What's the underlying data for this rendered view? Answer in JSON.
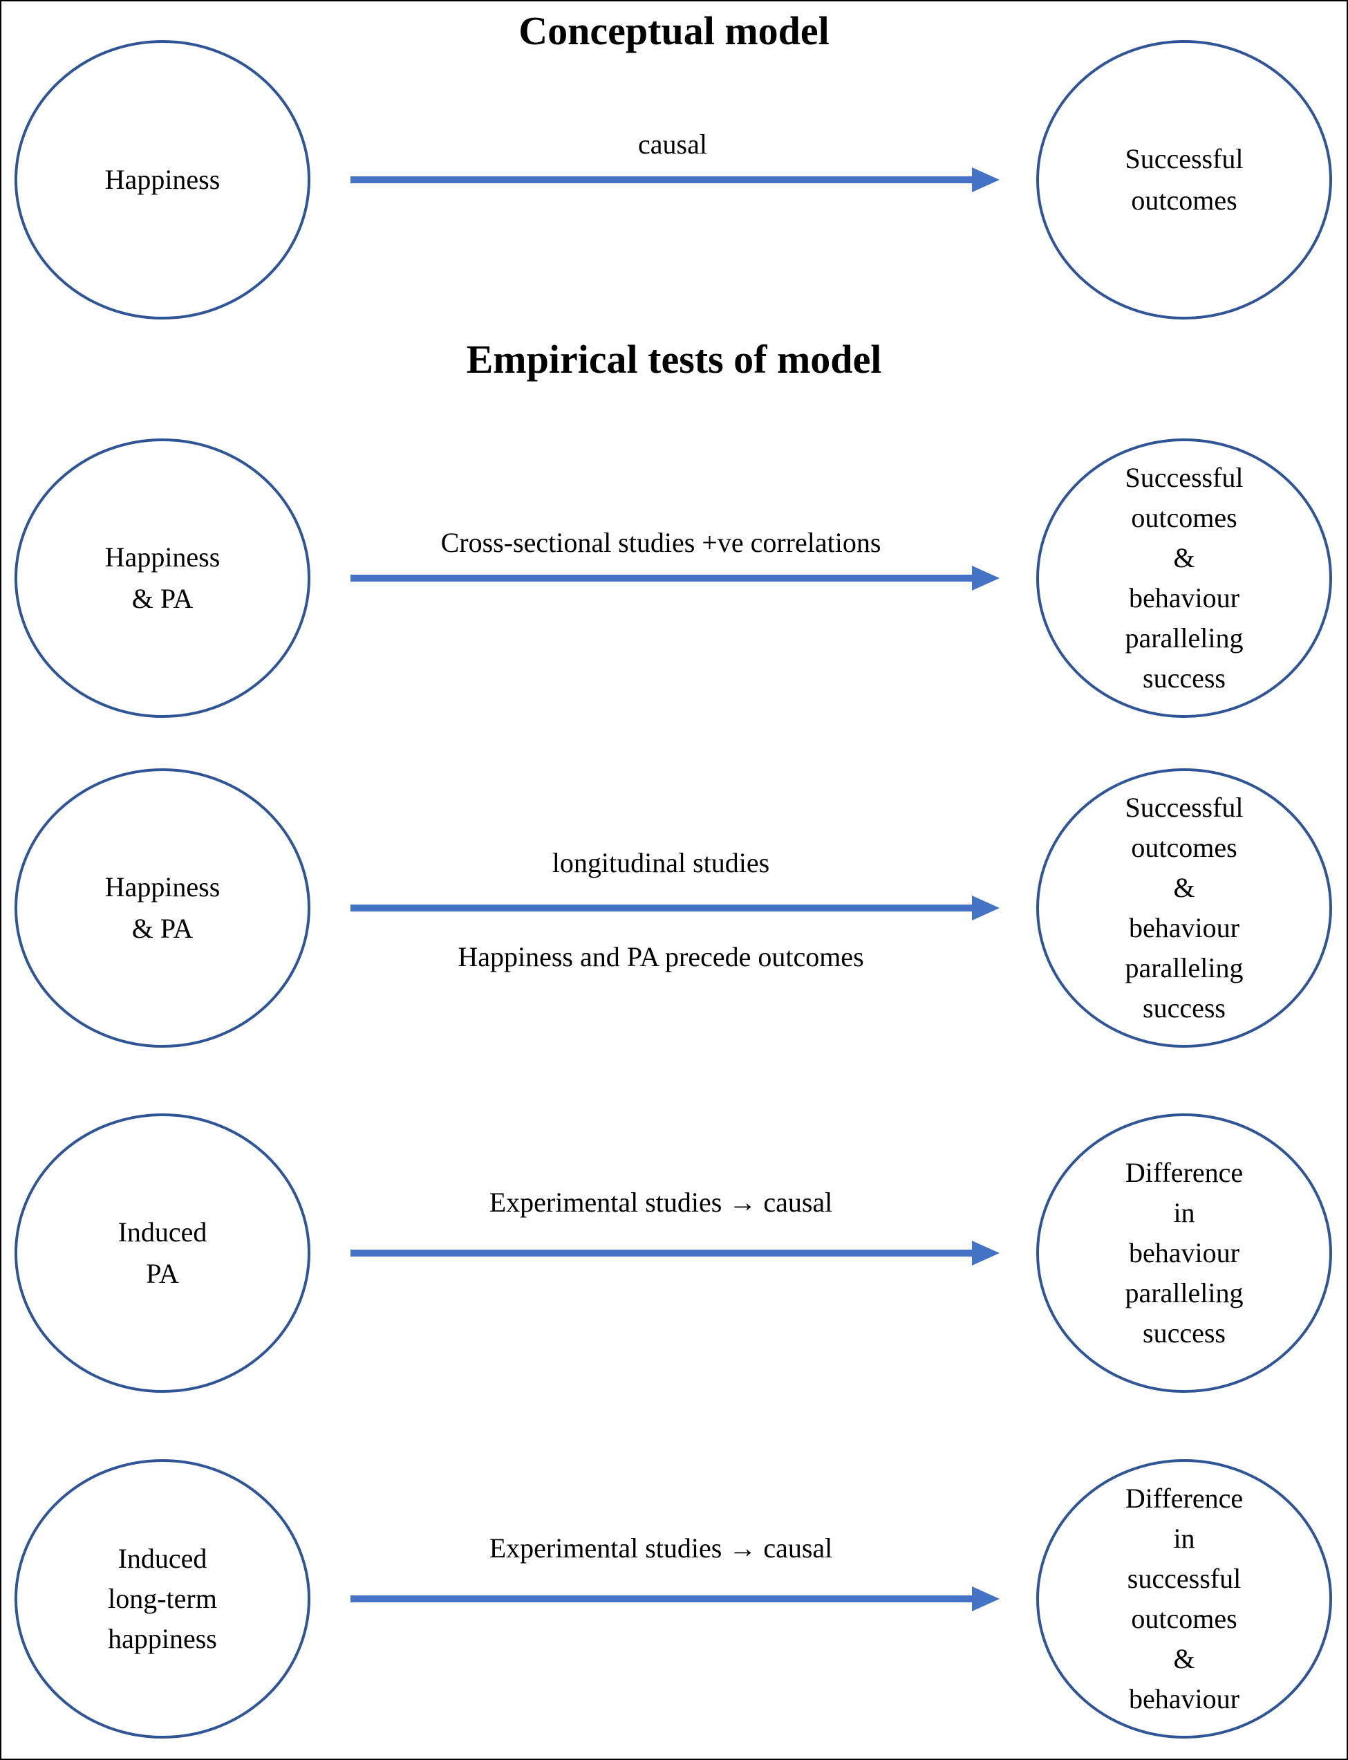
{
  "colors": {
    "circle_stroke": "#2f5597",
    "arrow": "#4472c4",
    "text": "#000000",
    "frame": "#000000"
  },
  "sections": {
    "conceptual_title": "Conceptual model",
    "empirical_title": "Empirical tests of model"
  },
  "rows": [
    {
      "source_lines": [
        "Happiness"
      ],
      "target_lines": [
        "Successful",
        "outcomes"
      ],
      "label_above": "causal",
      "label_below": ""
    },
    {
      "source_lines": [
        "Happiness",
        "& PA"
      ],
      "target_lines": [
        "Successful",
        "outcomes",
        "&",
        "behaviour",
        "paralleling",
        "success"
      ],
      "label_above": "Cross-sectional studies +ve correlations",
      "label_below": ""
    },
    {
      "source_lines": [
        "Happiness",
        "& PA"
      ],
      "target_lines": [
        "Successful",
        "outcomes",
        "&",
        "behaviour",
        "paralleling",
        "success"
      ],
      "label_above": "longitudinal studies",
      "label_below": "Happiness and PA precede outcomes"
    },
    {
      "source_lines": [
        "Induced",
        "PA"
      ],
      "target_lines": [
        "Difference",
        "in",
        "behaviour",
        "paralleling",
        "success"
      ],
      "label_above": "Experimental studies → causal",
      "label_below": ""
    },
    {
      "source_lines": [
        "Induced",
        "long-term",
        "happiness"
      ],
      "target_lines": [
        "Difference",
        "in",
        "successful",
        "outcomes",
        "&",
        "behaviour"
      ],
      "label_above": "Experimental studies → causal",
      "label_below": ""
    }
  ]
}
